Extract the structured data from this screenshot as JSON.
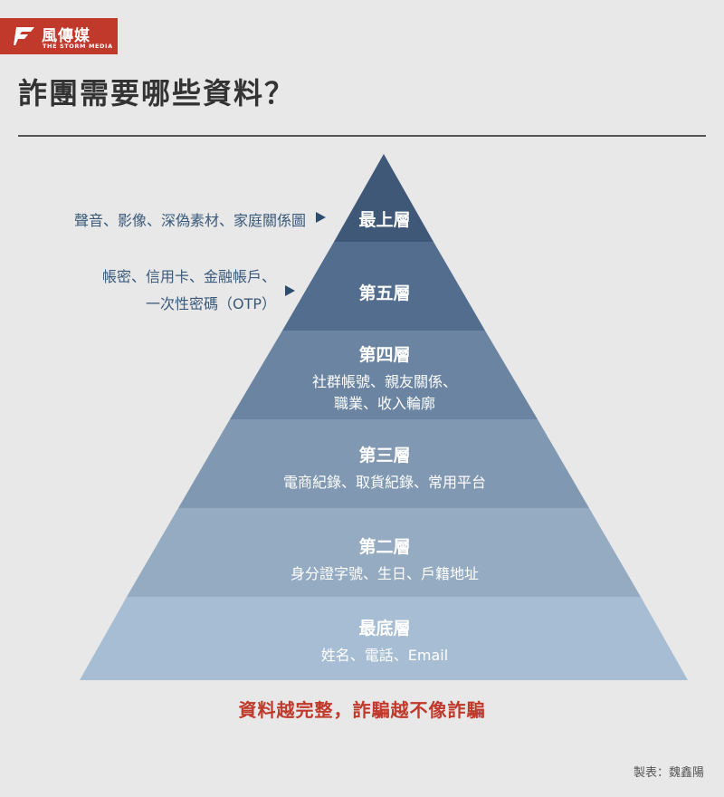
{
  "logo": {
    "name": "風傳媒",
    "sub": "THE STORM MEDIA"
  },
  "title": "詐團需要哪些資料？",
  "levels": [
    {
      "name": "最上層",
      "desc": "",
      "color": "#3f5878"
    },
    {
      "name": "第五層",
      "desc": "",
      "color": "#526d8e"
    },
    {
      "name": "第四層",
      "desc": "社群帳號、親友關係、\n職業、收入輪廓",
      "color": "#6a84a2"
    },
    {
      "name": "第三層",
      "desc": "電商紀錄、取貨紀錄、常用平台",
      "color": "#8198b2"
    },
    {
      "name": "第二層",
      "desc": "身分證字號、生日、戶籍地址",
      "color": "#94abc2"
    },
    {
      "name": "最底層",
      "desc": "姓名、電話、Email",
      "color": "#a6bdd3"
    }
  ],
  "side_notes": {
    "top": "聲音、影像、深偽素材、家庭關係圖",
    "fifth_line1": "帳密、信用卡、金融帳戶、",
    "fifth_line2": "一次性密碼（OTP）"
  },
  "tagline": "資料越完整，詐騙越不像詐騙",
  "credit": "製表：魏鑫陽"
}
